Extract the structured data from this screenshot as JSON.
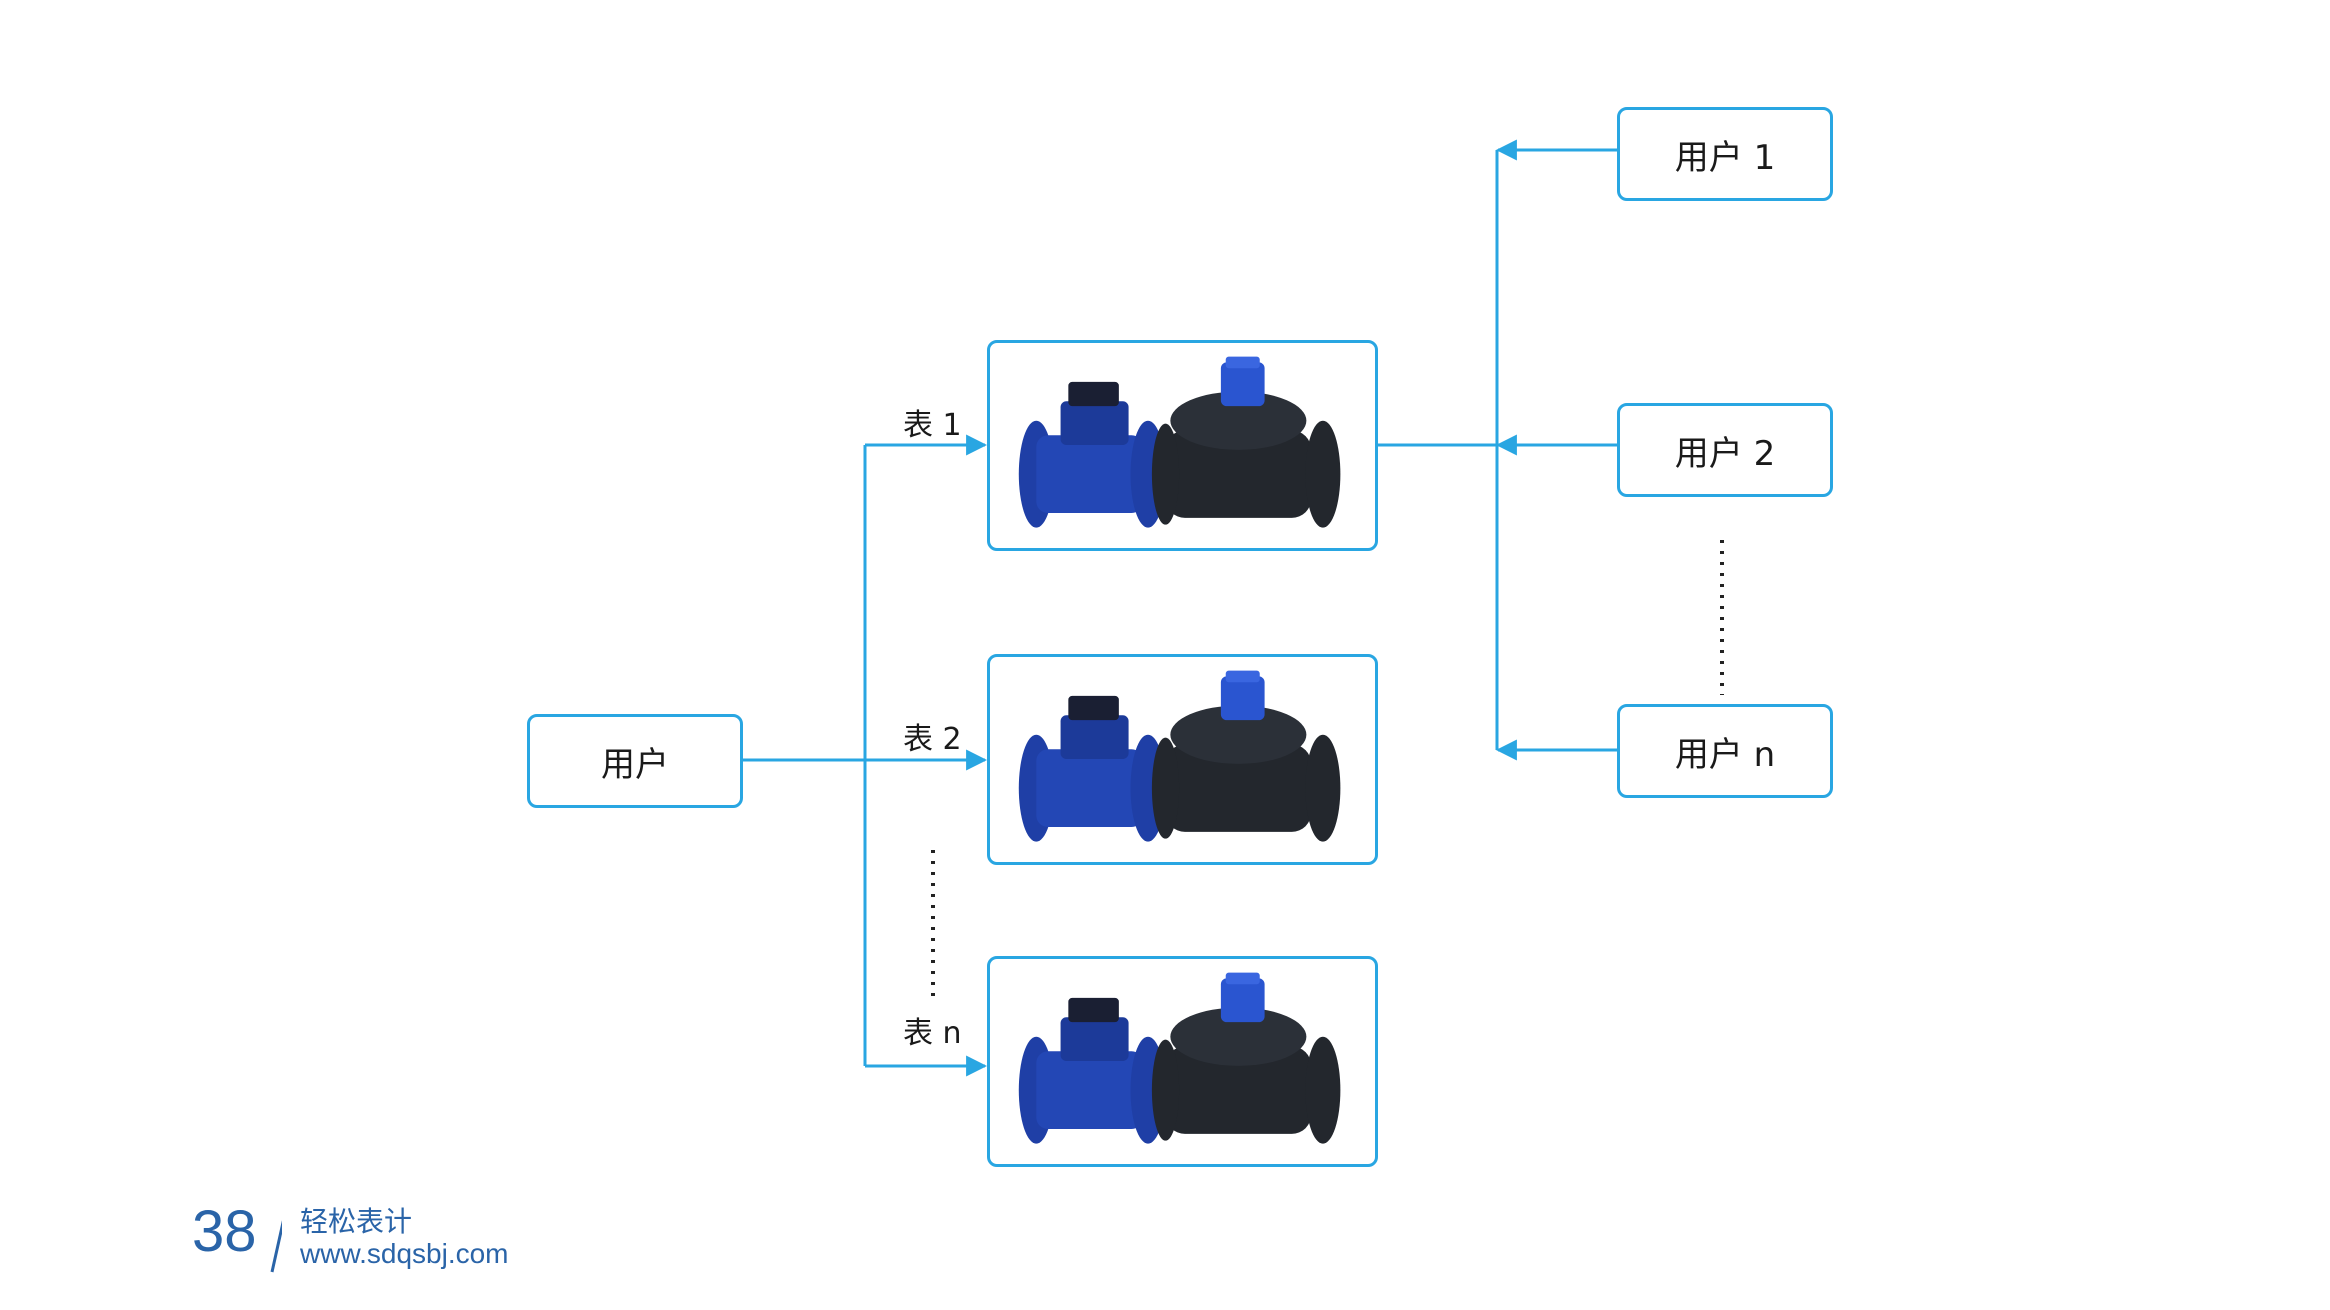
{
  "source_user": {
    "label": "用户"
  },
  "meters": [
    {
      "edge_label": "表 1"
    },
    {
      "edge_label": "表 2"
    },
    {
      "edge_label": "表 n"
    }
  ],
  "target_users": [
    {
      "label": "用户 1"
    },
    {
      "label": "用户 2"
    },
    {
      "label": "用户 n"
    }
  ],
  "footer": {
    "page_number": "38",
    "brand": "轻松表计",
    "url": "www.sdqsbj.com"
  },
  "colors": {
    "line": "#29a6e2",
    "footer_text": "#2a64a8",
    "meter_body": "#1f3fa6",
    "valve_body": "#23272d"
  }
}
